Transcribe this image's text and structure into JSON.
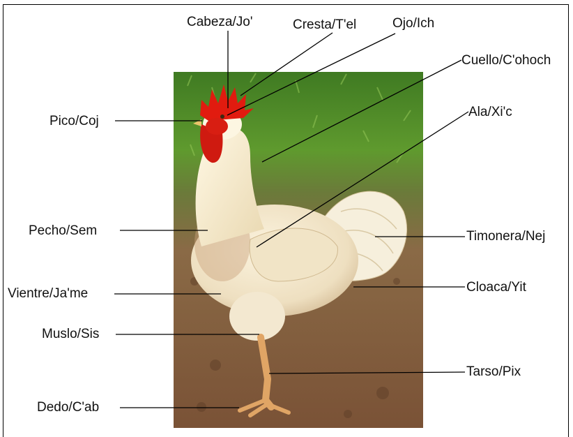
{
  "labels": {
    "cabeza": "Cabeza/Jo'",
    "cresta": "Cresta/T'el",
    "ojo": "Ojo/Ich",
    "cuello": "Cuello/C'ohoch",
    "pico": "Pico/Coj",
    "ala": "Ala/Xi'c",
    "pecho": "Pecho/Sem",
    "timonera": "Timonera/Nej",
    "vientre": "Vientre/Ja'me",
    "cloaca": "Cloaca/Yit",
    "muslo": "Muslo/Sis",
    "tarso": "Tarso/Pix",
    "dedo": "Dedo/C'ab"
  }
}
